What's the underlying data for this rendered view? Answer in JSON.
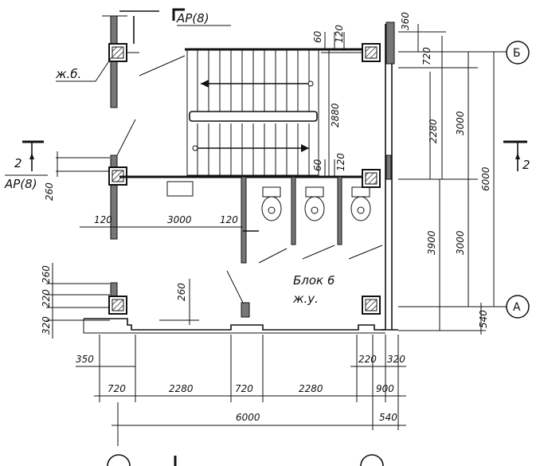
{
  "title_section": "АР(8)",
  "labels": {
    "reinforced_concrete": "ж.б.",
    "block": "Блок 6",
    "block_sub": "ж.у.",
    "section_mark_left": "2",
    "section_mark_left_ref": "АР(8)",
    "section_mark_right": "2"
  },
  "axes": {
    "top": "Б",
    "bottom": "А"
  },
  "dimensions": {
    "top_360": "360",
    "top_720": "720",
    "right_2280": "2280",
    "right_3000_a": "3000",
    "right_6000": "6000",
    "right_3000_b": "3000",
    "right_3900": "3900",
    "right_540": "540",
    "stair_60_a": "60",
    "stair_120_a": "120",
    "stair_2880": "2880",
    "stair_60_b": "60",
    "stair_120_b": "120",
    "left_260_a": "260",
    "left_120": "120",
    "mid_3000": "3000",
    "mid_120": "120",
    "left_260_b": "260",
    "left_220": "220",
    "left_320": "320",
    "mid_260": "260",
    "bot_350": "350",
    "bot_220": "220",
    "bot_320": "320",
    "bot_720_a": "720",
    "bot_2280_a": "2280",
    "bot_720_b": "720",
    "bot_2280_b": "2280",
    "bot_900": "900",
    "bot_6000": "6000",
    "bot_540": "540"
  }
}
